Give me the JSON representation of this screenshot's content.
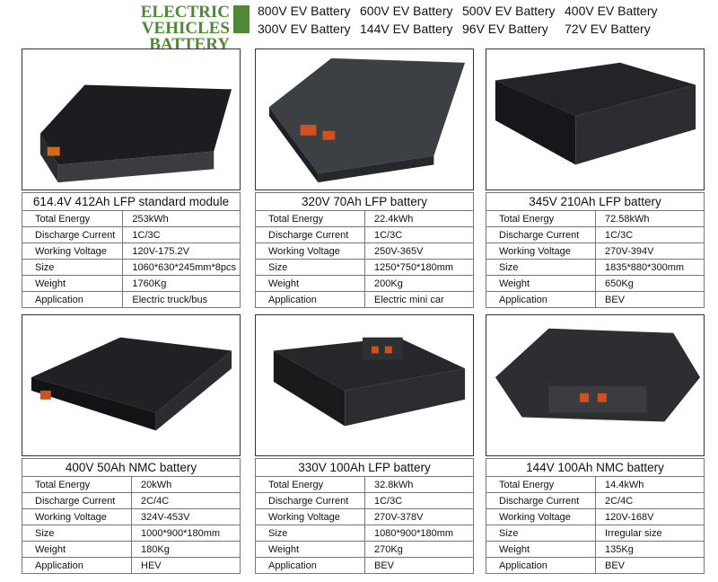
{
  "header": {
    "brand_line1": "ELECTRIC",
    "brand_line2": "VEHICLES BATTERY",
    "brand_color": "#4e8a35",
    "voltages": [
      "800V EV Battery",
      "600V EV Battery",
      "500V EV Battery",
      "400V EV Battery",
      "300V EV Battery",
      "144V EV Battery",
      "96V EV Battery",
      "72V EV Battery"
    ]
  },
  "labels": [
    "Total Energy",
    "Discharge Current",
    "Working Voltage",
    "Size",
    "Weight",
    "Application"
  ],
  "products": [
    {
      "title": "614.4V 412Ah LFP standard module",
      "values": [
        "253kWh",
        "1C/3C",
        "120V-175.2V",
        "1060*630*245mm*8pcs",
        "1760Kg",
        "Electric truck/bus"
      ]
    },
    {
      "title": "320V 70Ah LFP battery",
      "values": [
        "22.4kWh",
        "1C/3C",
        "250V-365V",
        "1250*750*180mm",
        "200Kg",
        "Electric mini car"
      ]
    },
    {
      "title": "345V 210Ah LFP battery",
      "values": [
        "72.58kWh",
        "1C/3C",
        "270V-394V",
        "1835*880*300mm",
        "650Kg",
        "BEV"
      ]
    },
    {
      "title": "400V 50Ah NMC battery",
      "values": [
        "20kWh",
        "2C/4C",
        "324V-453V",
        "1000*900*180mm",
        "180Kg",
        "HEV"
      ]
    },
    {
      "title": "330V 100Ah LFP battery",
      "values": [
        "32.8kWh",
        "1C/3C",
        "270V-378V",
        "1080*900*180mm",
        "270Kg",
        "BEV"
      ]
    },
    {
      "title": "144V 100Ah NMC battery",
      "values": [
        "14.4kWh",
        "2C/4C",
        "120V-168V",
        "Irregular size",
        "135Kg",
        "BEV"
      ]
    }
  ]
}
